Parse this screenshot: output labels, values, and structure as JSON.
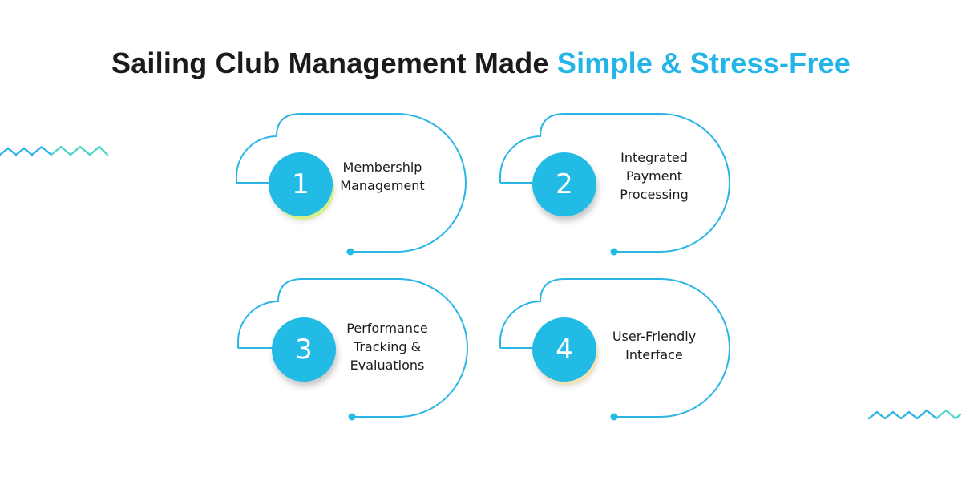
{
  "title": {
    "main": "Sailing Club Management Made",
    "accent": "Simple & Stress-Free"
  },
  "colors": {
    "accent": "#23b5e8",
    "circle": "#22bbe6",
    "outline": "#29b6e6",
    "zigzag_teal": "#4fd6c8",
    "title_text": "#1b1b1b"
  },
  "features": [
    {
      "number": "1",
      "lines": [
        "Membership",
        "Management"
      ]
    },
    {
      "number": "2",
      "lines": [
        "Integrated",
        "Payment",
        "Processing"
      ]
    },
    {
      "number": "3",
      "lines": [
        "Performance",
        "Tracking &",
        "Evaluations"
      ]
    },
    {
      "number": "4",
      "lines": [
        "User-Friendly",
        "Interface"
      ]
    }
  ]
}
